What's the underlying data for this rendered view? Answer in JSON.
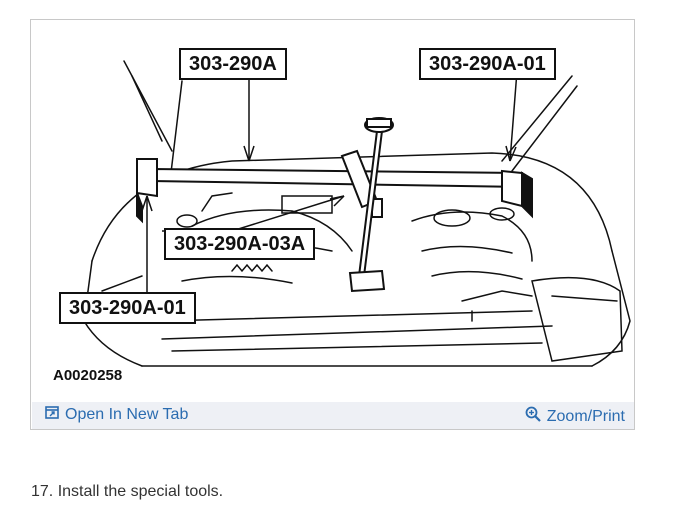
{
  "figure": {
    "callouts": {
      "top_left": "303-290A",
      "top_right": "303-290A-01",
      "middle": "303-290A-03A",
      "bottom_left": "303-290A-01"
    },
    "figure_id": "A0020258"
  },
  "toolbar": {
    "open_label": "Open In New Tab",
    "open_icon": "open-new-tab-icon",
    "zoom_label": "Zoom/Print",
    "zoom_icon": "zoom-icon",
    "link_color": "#2b6cb0"
  },
  "step": {
    "text": "17. Install the special tools."
  }
}
